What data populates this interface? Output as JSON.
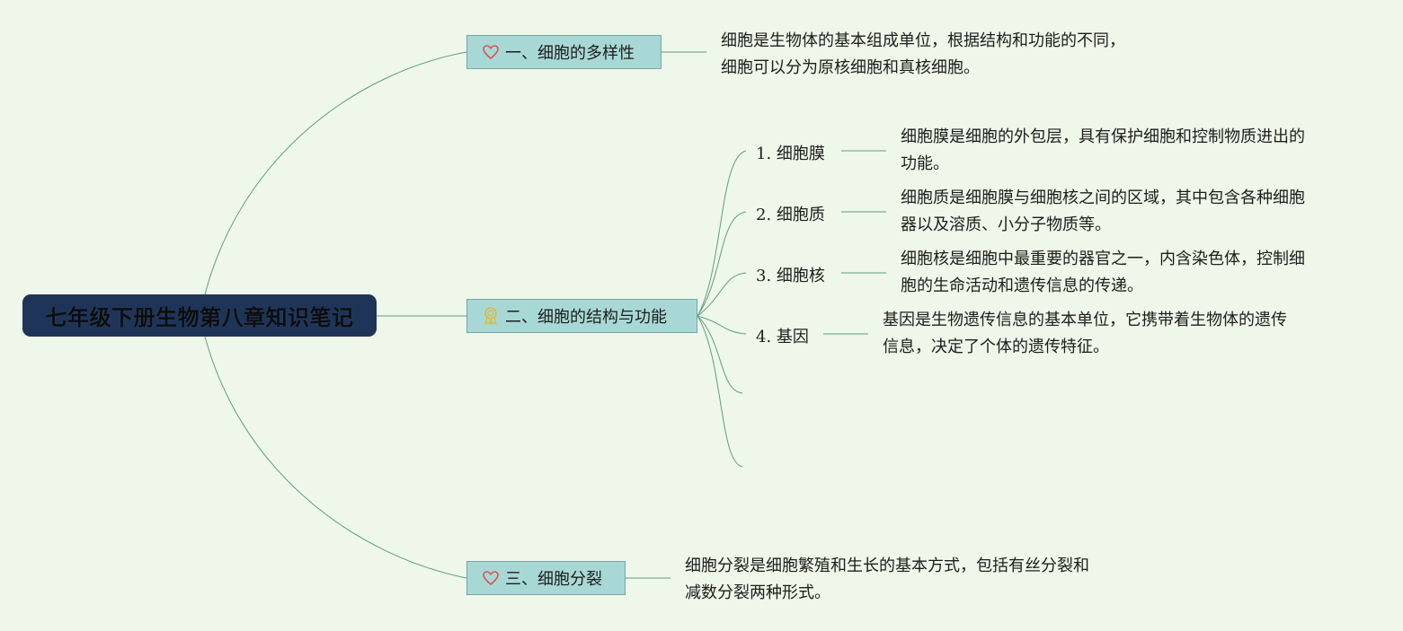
{
  "root": {
    "title": "七年级下册生物第八章知识笔记"
  },
  "topics": [
    {
      "label": "一、细胞的多样性",
      "icon": "heart-icon",
      "note_lines": [
        "细胞是生物体的基本组成单位，根据结构和功能的不同，",
        "细胞可以分为原核细胞和真核细胞。"
      ]
    },
    {
      "label": "二、细胞的结构与功能",
      "icon": "award-icon",
      "children": [
        {
          "label": "1. 细胞膜",
          "note_lines": [
            "细胞膜是细胞的外包层，具有保护细胞和控制物质进出的",
            "功能。"
          ]
        },
        {
          "label": "2. 细胞质",
          "note_lines": [
            "细胞质是细胞膜与细胞核之间的区域，其中包含各种细胞",
            "器以及溶质、小分子物质等。"
          ]
        },
        {
          "label": "3. 细胞核",
          "note_lines": [
            "细胞核是细胞中最重要的器官之一，内含染色体，控制细",
            "胞的生命活动和遗传信息的传递。"
          ]
        },
        {
          "label": "4. 基因",
          "note_lines": [
            "基因是生物遗传信息的基本单位，它携带着生物体的遗传",
            "信息，决定了个体的遗传特征。"
          ]
        }
      ]
    },
    {
      "label": "三、细胞分裂",
      "icon": "heart-icon",
      "note_lines": [
        "细胞分裂是细胞繁殖和生长的基本方式，包括有丝分裂和",
        "减数分裂两种形式。"
      ]
    }
  ],
  "colors": {
    "background": "#eef7e9",
    "root_fill": "#1e3559",
    "topic_fill": "#a8d8d6",
    "line": "#5f9e80",
    "heart": "#d9534f",
    "award": "#e0b93a"
  }
}
